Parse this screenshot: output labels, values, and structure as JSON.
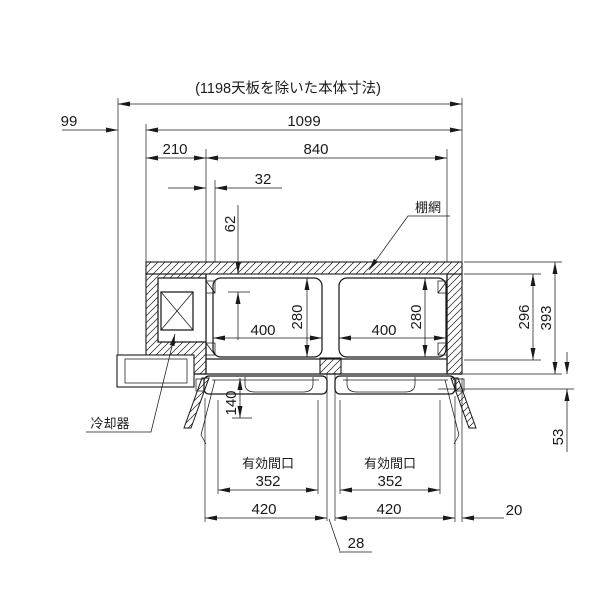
{
  "drawing": {
    "background": "#ffffff",
    "line_color": "#1a1a1a",
    "top_note": "(1198天板を除いた本体寸法)",
    "labels": {
      "shelf_net": "棚網",
      "cooler": "冷却器",
      "eff_open_left": "有効間口",
      "eff_open_right": "有効間口"
    },
    "dims": {
      "left_offset": "99",
      "body_width": "1099",
      "machine_width": "210",
      "inner_width": "840",
      "rail_offset": "32",
      "shelf_offset": "62",
      "shelf_width_left": "400",
      "shelf_depth_left": "280",
      "shelf_width_right": "400",
      "shelf_depth_right": "280",
      "inner_depth": "296",
      "body_depth": "393",
      "front_overhang": "53",
      "door_open_depth": "140",
      "eff_open_left": "352",
      "eff_open_right": "352",
      "door_width_left": "420",
      "door_width_right": "420",
      "right_gap": "20",
      "center_gap": "28"
    }
  }
}
